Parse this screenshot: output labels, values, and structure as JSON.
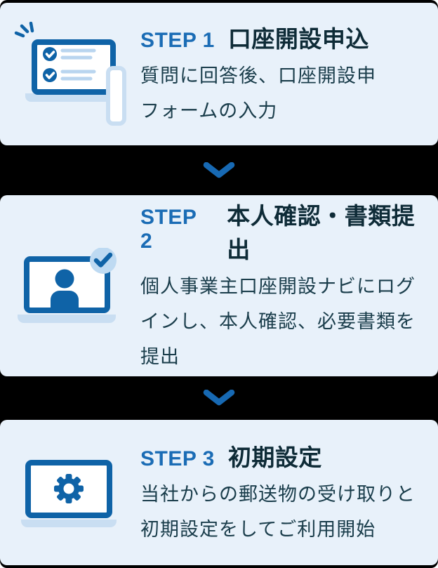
{
  "flow": {
    "steps": [
      {
        "label": "STEP 1",
        "title": "口座開設申込",
        "desc_lines": [
          "質問に回答後、口座開設申",
          "フォームの入力"
        ],
        "icon": "checklist-laptop-icon"
      },
      {
        "label": "STEP 2",
        "title": "本人確認・書類提出",
        "desc_lines": [
          "個人事業主口座開設ナビにログ",
          "インし、本人確認、必要書類を",
          "提出"
        ],
        "icon": "identity-check-laptop-icon"
      },
      {
        "label": "STEP 3",
        "title": "初期設定",
        "desc_lines": [
          "当社からの郵送物の受け取りと",
          "初期設定をしてご利用開始"
        ],
        "icon": "gear-laptop-icon"
      }
    ],
    "connector_icon": "chevron-down-icon",
    "colors": {
      "page_background": "#000000",
      "card_background": "#e8f1fa",
      "accent_blue": "#0f63a7",
      "step_label_blue": "#1a6cb5",
      "chevron_blue": "#1769b3",
      "title_text": "#0e2b37",
      "body_text": "#1a3d4b",
      "light_blue": "#bedaf2",
      "pale_blue": "#c9def2",
      "white": "#ffffff"
    }
  }
}
